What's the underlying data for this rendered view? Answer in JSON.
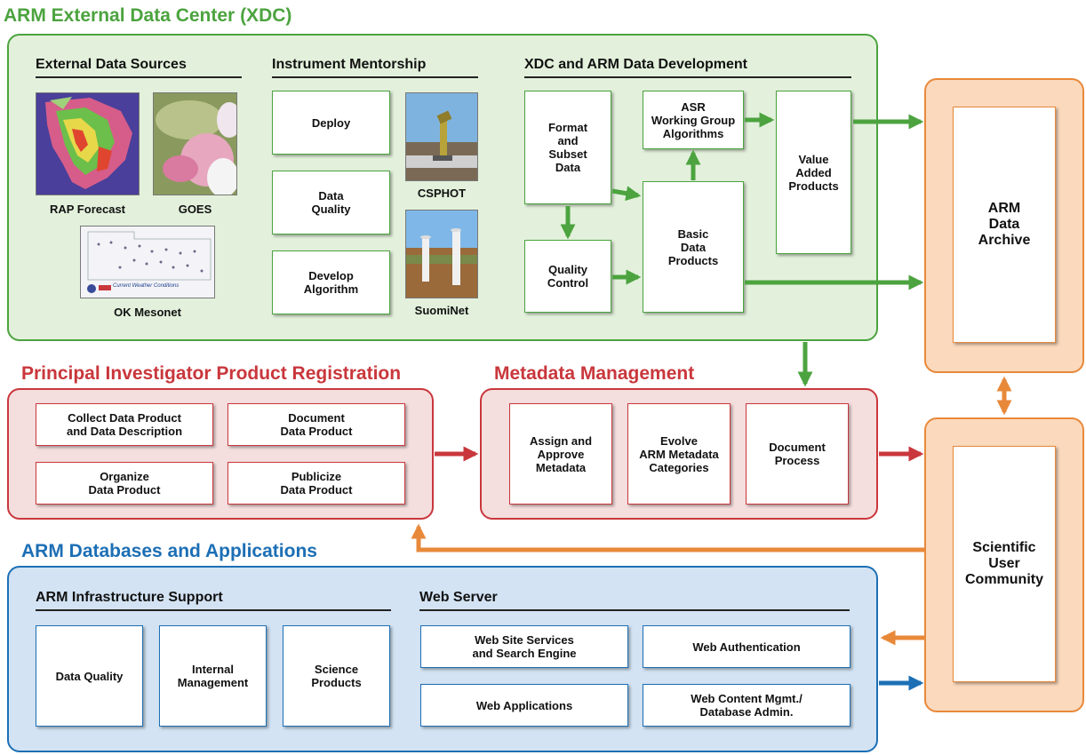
{
  "colors": {
    "green": "#4ca33f",
    "red": "#c9373c",
    "blue": "#1c6fb5",
    "orange": "#e8893a"
  },
  "xdc": {
    "title": "ARM External Data Center (XDC)",
    "external_sources": {
      "heading": "External Data Sources",
      "rap": "RAP Forecast",
      "goes": "GOES",
      "mesonet": "OK Mesonet",
      "mesonet_footer": "Current Weather Conditions"
    },
    "mentorship": {
      "heading": "Instrument Mentorship",
      "deploy": "Deploy",
      "data_quality": "Data\nQuality",
      "develop_algorithm": "Develop\nAlgorithm",
      "csphot": "CSPHOT",
      "suominet": "SuomiNet"
    },
    "development": {
      "heading": "XDC and ARM Data Development",
      "format_subset": "Format\nand\nSubset\nData",
      "quality_control": "Quality\nControl",
      "asr": "ASR\nWorking Group\nAlgorithms",
      "basic_products": "Basic\nData\nProducts",
      "value_added": "Value\nAdded\nProducts"
    }
  },
  "pi": {
    "title": "Principal Investigator Product Registration",
    "collect": "Collect Data Product\nand Data Description",
    "document": "Document\nData Product",
    "organize": "Organize\nData Product",
    "publicize": "Publicize\nData Product"
  },
  "metadata": {
    "title": "Metadata Management",
    "assign": "Assign and\nApprove\nMetadata",
    "evolve": "Evolve\nARM Metadata\nCategories",
    "document_process": "Document\nProcess"
  },
  "databases": {
    "title": "ARM Databases and Applications",
    "infrastructure": {
      "heading": "ARM Infrastructure Support",
      "data_quality": "Data Quality",
      "internal": "Internal\nManagement",
      "science": "Science\nProducts"
    },
    "web": {
      "heading": "Web Server",
      "services": "Web Site Services\nand Search Engine",
      "auth": "Web Authentication",
      "apps": "Web Applications",
      "content": "Web Content Mgmt./\nDatabase Admin."
    }
  },
  "archive": "ARM\nData\nArchive",
  "community": "Scientific\nUser\nCommunity"
}
